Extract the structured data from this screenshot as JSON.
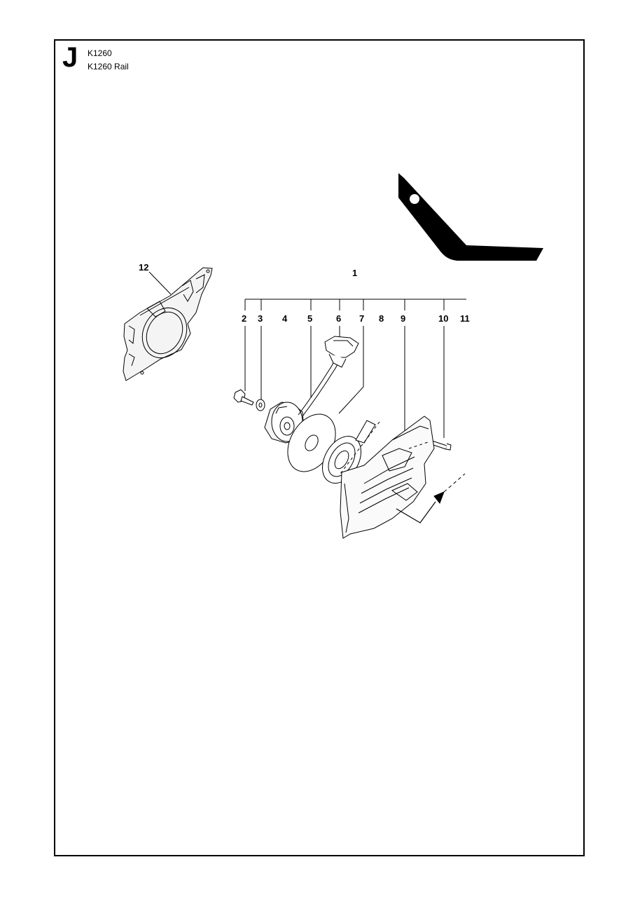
{
  "header": {
    "section_letter": "J",
    "models": [
      "K1260",
      "K1260 Rail"
    ]
  },
  "diagram": {
    "group_callout": "1",
    "callouts": [
      "2",
      "3",
      "4",
      "5",
      "6",
      "7",
      "8",
      "9",
      "10",
      "11"
    ],
    "side_callout": "12"
  }
}
